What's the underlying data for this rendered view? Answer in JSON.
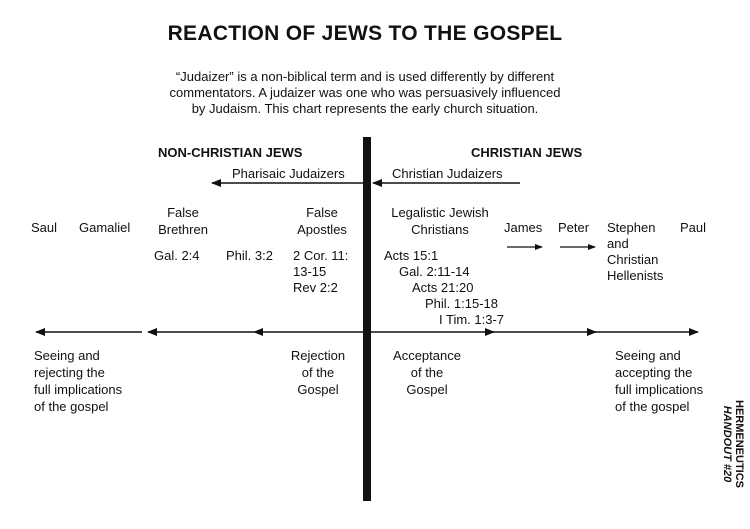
{
  "title": "REACTION OF JEWS TO THE GOSPEL",
  "intro": [
    "“Judaizer” is a non-biblical term and is used differently by different",
    "commentators.  A judaizer was one who was persuasively influenced",
    "by Judaism.  This chart represents the early church situation."
  ],
  "headers": {
    "left": "NON-CHRISTIAN JEWS",
    "right": "CHRISTIAN JEWS"
  },
  "arrows": {
    "left": "Pharisaic Judaizers",
    "right": "Christian Judaizers"
  },
  "people": {
    "saul": "Saul",
    "gamaliel": "Gamaliel",
    "false_brethren": [
      "False",
      "Brethren"
    ],
    "false_apostles": [
      "False",
      "Apostles"
    ],
    "legalistic": [
      "Legalistic Jewish",
      "Christians"
    ],
    "james": "James",
    "peter": "Peter",
    "stephen": [
      "Stephen",
      "and",
      "Christian",
      "Hellenists"
    ],
    "paul": "Paul"
  },
  "references": {
    "gal_2_4": "Gal. 2:4",
    "phil_3_2": "Phil. 3:2",
    "false_apostles_refs": [
      "2 Cor. 11:",
      "13-15",
      "Rev 2:2"
    ],
    "christian_refs": [
      "Acts 15:1",
      "Gal. 2:11-14",
      "Acts 21:20",
      "Phil. 1:15-18",
      "I Tim. 1:3-7"
    ]
  },
  "captions": {
    "far_left": [
      "Seeing and",
      "rejecting the",
      "full implications",
      "of the gospel"
    ],
    "center_left": [
      "Rejection",
      "of the",
      "Gospel"
    ],
    "center_right": [
      "Acceptance",
      "of the",
      "Gospel"
    ],
    "far_right": [
      "Seeing and",
      "accepting the",
      "full implications",
      "of the gospel"
    ]
  },
  "side_label": {
    "line1": "HERMENEUTICS",
    "line2": "HANDOUT #20"
  }
}
